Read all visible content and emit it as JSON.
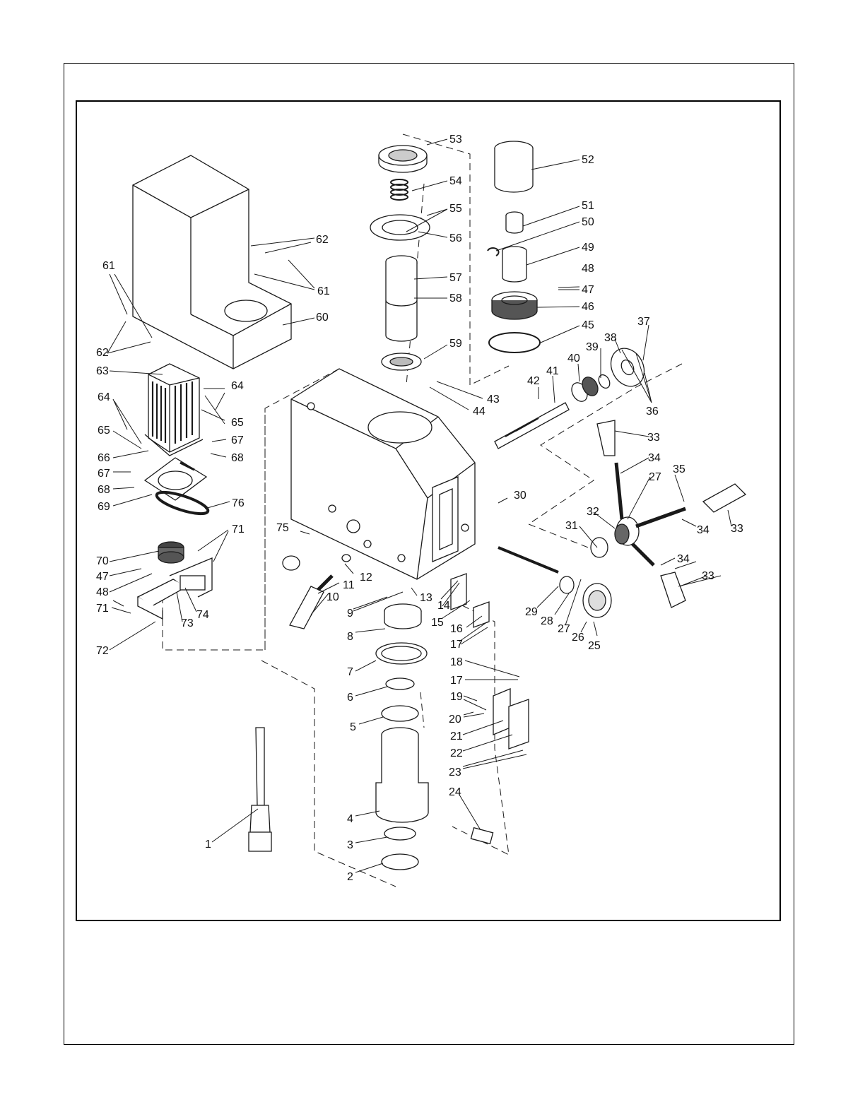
{
  "diagram": {
    "colors": {
      "line": "#1a1a1a",
      "fill": "#ffffff",
      "dark": "#333333",
      "mid": "#9a9a9a"
    },
    "labels": [
      {
        "id": "p53",
        "text": "53"
      },
      {
        "id": "p52",
        "text": "52"
      },
      {
        "id": "p54",
        "text": "54"
      },
      {
        "id": "p55",
        "text": "55"
      },
      {
        "id": "p56",
        "text": "56"
      },
      {
        "id": "p62a",
        "text": "62"
      },
      {
        "id": "p51",
        "text": "51"
      },
      {
        "id": "p50",
        "text": "50"
      },
      {
        "id": "p49",
        "text": "49"
      },
      {
        "id": "p48a",
        "text": "48"
      },
      {
        "id": "p47a",
        "text": "47"
      },
      {
        "id": "p46",
        "text": "46"
      },
      {
        "id": "p45",
        "text": "45"
      },
      {
        "id": "p57",
        "text": "57"
      },
      {
        "id": "p58",
        "text": "58"
      },
      {
        "id": "p61a",
        "text": "61"
      },
      {
        "id": "p61b",
        "text": "61"
      },
      {
        "id": "p60",
        "text": "60"
      },
      {
        "id": "p62b",
        "text": "62"
      },
      {
        "id": "p63",
        "text": "63"
      },
      {
        "id": "p59",
        "text": "59"
      },
      {
        "id": "p37",
        "text": "37"
      },
      {
        "id": "p38",
        "text": "38"
      },
      {
        "id": "p39",
        "text": "39"
      },
      {
        "id": "p40",
        "text": "40"
      },
      {
        "id": "p41",
        "text": "41"
      },
      {
        "id": "p42",
        "text": "42"
      },
      {
        "id": "p43",
        "text": "43"
      },
      {
        "id": "p44",
        "text": "44"
      },
      {
        "id": "p36",
        "text": "36"
      },
      {
        "id": "p64a",
        "text": "64"
      },
      {
        "id": "p64b",
        "text": "64"
      },
      {
        "id": "p65a",
        "text": "65"
      },
      {
        "id": "p65b",
        "text": "65"
      },
      {
        "id": "p66",
        "text": "66"
      },
      {
        "id": "p67a",
        "text": "67"
      },
      {
        "id": "p68a",
        "text": "68"
      },
      {
        "id": "p67b",
        "text": "67"
      },
      {
        "id": "p68b",
        "text": "68"
      },
      {
        "id": "p69",
        "text": "69"
      },
      {
        "id": "p76",
        "text": "76"
      },
      {
        "id": "p33a",
        "text": "33"
      },
      {
        "id": "p34a",
        "text": "34"
      },
      {
        "id": "p35",
        "text": "35"
      },
      {
        "id": "p27a",
        "text": "27"
      },
      {
        "id": "p30",
        "text": "30"
      },
      {
        "id": "p32",
        "text": "32"
      },
      {
        "id": "p31",
        "text": "31"
      },
      {
        "id": "p34b",
        "text": "34"
      },
      {
        "id": "p33b",
        "text": "33"
      },
      {
        "id": "p75",
        "text": "75"
      },
      {
        "id": "p71a",
        "text": "71"
      },
      {
        "id": "p70",
        "text": "70"
      },
      {
        "id": "p47b",
        "text": "47"
      },
      {
        "id": "p48b",
        "text": "48"
      },
      {
        "id": "p11",
        "text": "11"
      },
      {
        "id": "p12",
        "text": "12"
      },
      {
        "id": "p10",
        "text": "10"
      },
      {
        "id": "p13",
        "text": "13"
      },
      {
        "id": "p14",
        "text": "14"
      },
      {
        "id": "p15",
        "text": "15"
      },
      {
        "id": "p16",
        "text": "16"
      },
      {
        "id": "p17a",
        "text": "17"
      },
      {
        "id": "p9",
        "text": "9"
      },
      {
        "id": "p71b",
        "text": "71"
      },
      {
        "id": "p73",
        "text": "73"
      },
      {
        "id": "p74",
        "text": "74"
      },
      {
        "id": "p72",
        "text": "72"
      },
      {
        "id": "p8",
        "text": "8"
      },
      {
        "id": "p29",
        "text": "29"
      },
      {
        "id": "p28",
        "text": "28"
      },
      {
        "id": "p27b",
        "text": "27"
      },
      {
        "id": "p26",
        "text": "26"
      },
      {
        "id": "p25",
        "text": "25"
      },
      {
        "id": "p34c",
        "text": "34"
      },
      {
        "id": "p33c",
        "text": "33"
      },
      {
        "id": "p7",
        "text": "7"
      },
      {
        "id": "p18",
        "text": "18"
      },
      {
        "id": "p17b",
        "text": "17"
      },
      {
        "id": "p6",
        "text": "6"
      },
      {
        "id": "p19",
        "text": "19"
      },
      {
        "id": "p20",
        "text": "20"
      },
      {
        "id": "p5",
        "text": "5"
      },
      {
        "id": "p21",
        "text": "21"
      },
      {
        "id": "p22",
        "text": "22"
      },
      {
        "id": "p23",
        "text": "23"
      },
      {
        "id": "p4",
        "text": "4"
      },
      {
        "id": "p24",
        "text": "24"
      },
      {
        "id": "p1",
        "text": "1"
      },
      {
        "id": "p3",
        "text": "3"
      },
      {
        "id": "p2",
        "text": "2"
      }
    ]
  }
}
